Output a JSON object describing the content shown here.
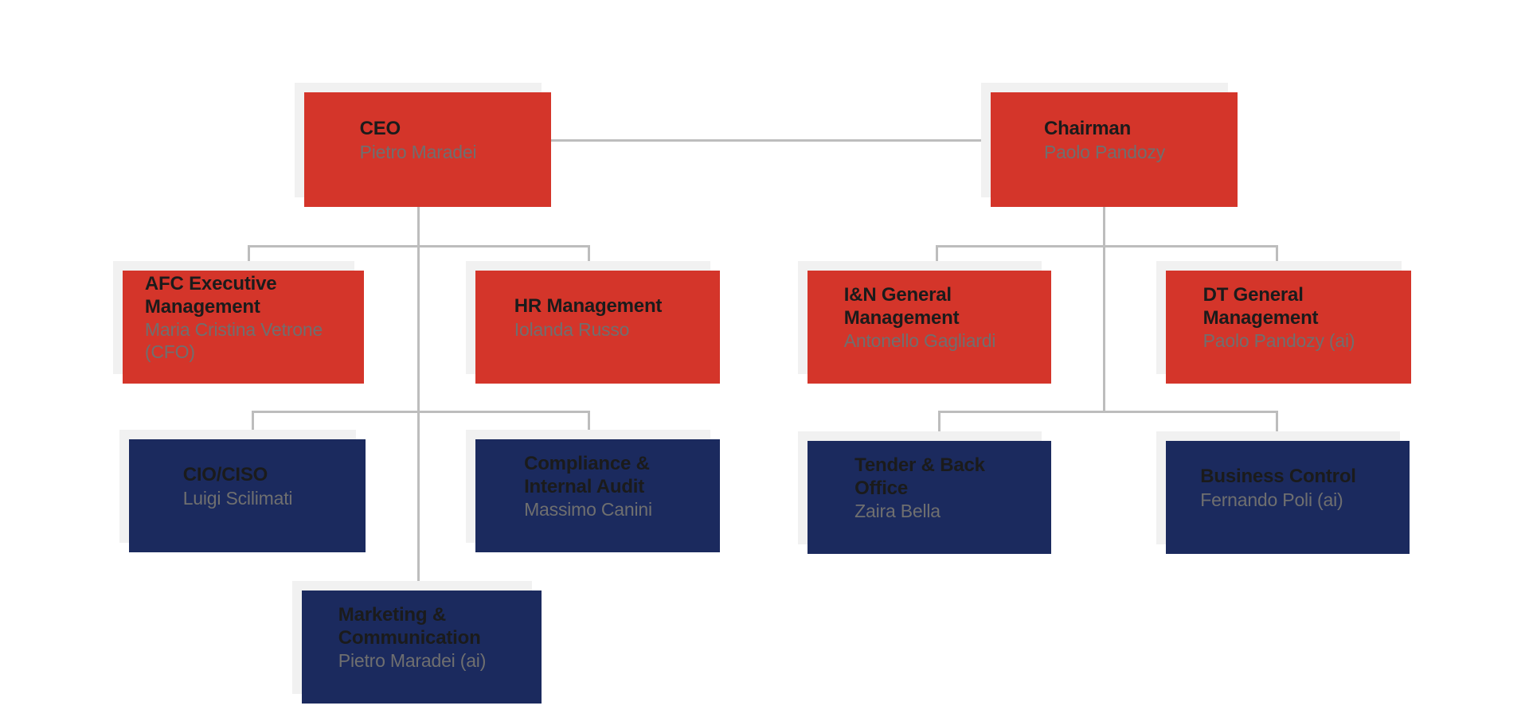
{
  "diagram": {
    "type": "organizational-chart"
  },
  "colors": {
    "background": "#ffffff",
    "red": "#d4352a",
    "navy": "#1b2a5e",
    "box_bg": "#f1f1f1",
    "line": "#bdbdbd",
    "title": "#1b1b1b",
    "name": "#6f6f6f"
  },
  "boxes": {
    "ceo": {
      "title": "CEO",
      "name": "Pietro Maradei",
      "accent": "red"
    },
    "chairman": {
      "title": "Chairman",
      "name": "Paolo Pandozy",
      "accent": "red"
    },
    "afc": {
      "title": "AFC Executive\nManagement",
      "name": "Maria Cristina Vetrone\n(CFO)",
      "accent": "red"
    },
    "hr": {
      "title": "HR Management",
      "name": "Iolanda Russo",
      "accent": "red"
    },
    "inm": {
      "title": "I&N General\nManagement",
      "name": "Antonello Gagliardi",
      "accent": "red"
    },
    "dt": {
      "title": "DT General\nManagement",
      "name": "Paolo Pandozy (ai)",
      "accent": "red"
    },
    "cio": {
      "title": "CIO/CISO",
      "name": "Luigi Scilimati",
      "accent": "navy"
    },
    "compliance": {
      "title": "Compliance &\nInternal Audit",
      "name": "Massimo Canini",
      "accent": "navy"
    },
    "tender": {
      "title": "Tender & Back\nOffice",
      "name": "Zaira Bella",
      "accent": "navy"
    },
    "business": {
      "title": "Business Control",
      "name": "Fernando Poli (ai)",
      "accent": "navy"
    },
    "marketing": {
      "title": "Marketing &\nCommunication",
      "name": "Pietro Maradei (ai)",
      "accent": "navy"
    }
  },
  "edges": [
    {
      "from": "ceo",
      "to": "chairman"
    },
    {
      "from": "ceo",
      "to": "afc"
    },
    {
      "from": "ceo",
      "to": "hr"
    },
    {
      "from": "ceo",
      "to": "cio"
    },
    {
      "from": "ceo",
      "to": "compliance"
    },
    {
      "from": "ceo",
      "to": "marketing"
    },
    {
      "from": "chairman",
      "to": "inm"
    },
    {
      "from": "chairman",
      "to": "dt"
    },
    {
      "from": "chairman",
      "to": "tender"
    },
    {
      "from": "chairman",
      "to": "business"
    }
  ]
}
